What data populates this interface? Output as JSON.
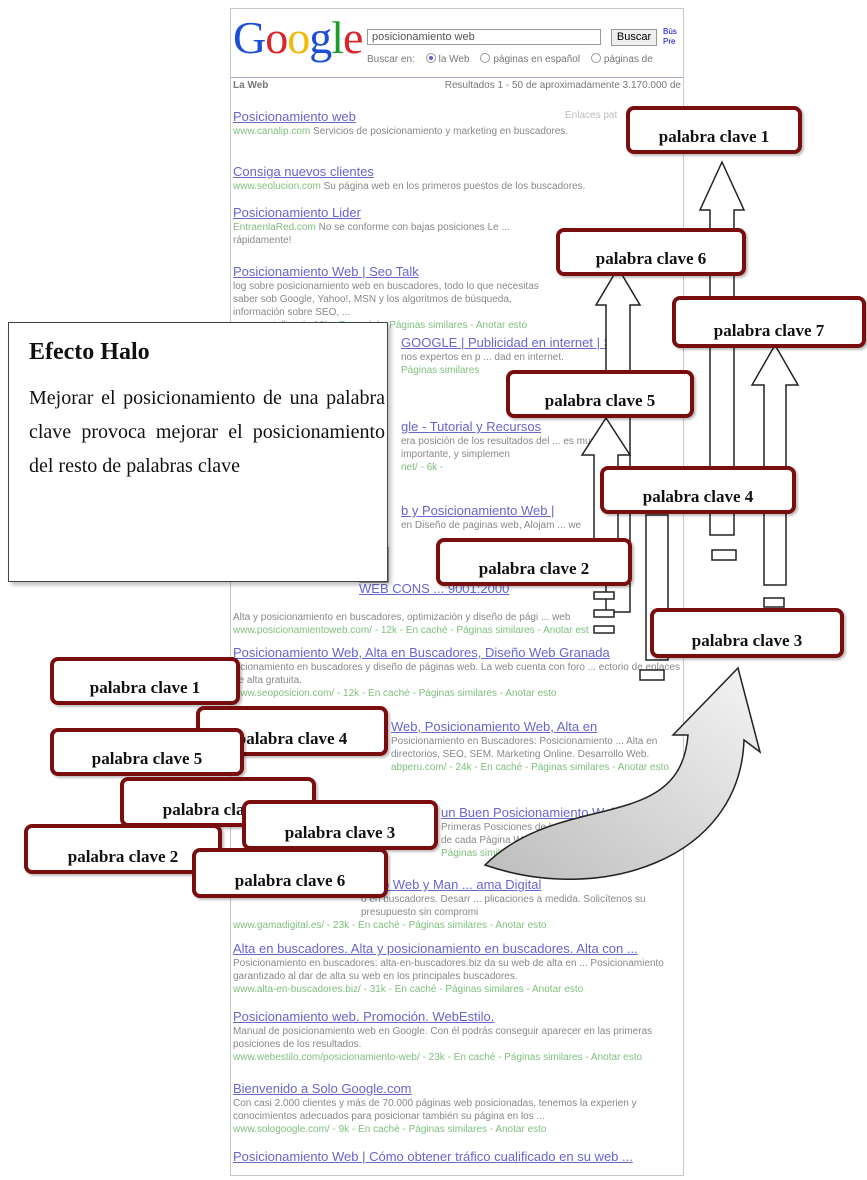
{
  "google": {
    "logo": [
      "G",
      "o",
      "o",
      "g",
      "l",
      "e"
    ],
    "logo_colors": [
      "#1c4fd6",
      "#d8262b",
      "#f0b90b",
      "#1c4fd6",
      "#1c9a2e",
      "#d8262b"
    ],
    "query": "posicionamiento web",
    "button": "Buscar",
    "adv_links": [
      "Bús",
      "Pre"
    ],
    "search_in_label": "Buscar en:",
    "opt_web": "la Web",
    "opt_es": "páginas en español",
    "opt_de": "páginas de",
    "tab": "La Web",
    "results_summary": "Resultados 1 - 50 de aproximadamente 3.170.000 de",
    "sponsored": "Enlaces pat"
  },
  "results": [
    {
      "title": "Posicionamiento web",
      "url": "www.canalip.com",
      "snippet": "Servicios de posicionamiento y marketing en buscadores."
    },
    {
      "title": "Consiga nuevos clientes",
      "url": "www.seolucion.com",
      "snippet": "Su página web en los primeros puestos de los buscadores."
    },
    {
      "title": "Posicionamiento Lider",
      "url": "EntraenlaRed.com",
      "snippet": "No se conforme con bajas posiciones Le ... rápidamente!"
    },
    {
      "title": "Posicionamiento Web | Seo Talk",
      "snippet": "log sobre posicionamiento web en buscadores, todo lo que necesitas saber sob Google, Yahoo!, MSN y los algoritmos de búsqueda, información sobre SEO, ...",
      "url": "www.seotalk.es/ - 19k - En caché - Páginas similares - Anotar esto"
    },
    {
      "title": "GOOGLE | Publicidad en internet | S",
      "snippet": "nos expertos en p ... dad en internet.",
      "url": "Páginas similares"
    },
    {
      "title": "gle - Tutorial y Recursos",
      "snippet": "era posición de los resultados del ... es muy importante, y simplemen",
      "url": "net/ - 6k -"
    },
    {
      "title": "b y Posicionamiento Web |",
      "snippet": "en Diseño de paginas web, Alojam ... we",
      "url": ""
    },
    {
      "title": "WEB CONS ... 9001:2000",
      "snippet": "Alta y posicionamiento en buscadores, optimización y diseño de pági ... web",
      "url": "www.posicionamientoweb.com/ - 12k - En caché - Páginas similares - Anotar est"
    },
    {
      "title": "Posicionamiento Web, Alta en Buscadores, Diseño Web Granada",
      "snippet": "sicionamiento en buscadores y diseño de páginas web. La web cuenta con foro ... ectorio de enlaces de alta gratuita.",
      "url": "www.seoposicion.com/ - 12k - En caché - Páginas similares - Anotar esto"
    },
    {
      "title": "Web, Posicionamiento Web, Alta en",
      "snippet": "Posicionamiento en Buscadores: Posicionamiento ... Alta en directorios, SEO, SEM. Marketing Online. Desarrollo Web.",
      "url": "abperu.com/ - 24k - En caché - Páginas similares - Anotar esto"
    },
    {
      "title": "un Buen Posicionamiento Web",
      "snippet": "Primeras Posiciones de los Buscadores con un ... r de cada Página Web.",
      "url": "Páginas similares - Anotar esto"
    },
    {
      "title": "iento Web y Man ... ama Digital",
      "snippet": "o en buscadores. Desarr ... plicaciones a medida. Solicítenos su presupuesto sin compromi",
      "url": "www.gamadigital.es/ - 23k - En caché - Páginas similares - Anotar esto"
    },
    {
      "title": "Alta en buscadores. Alta y posicionamiento en buscadores. Alta con ...",
      "snippet": "Posicionamiento en buscadores: alta-en-buscadores.biz da su web de alta en ... Posicionamiento garantizado al dar de alta su web en los principales buscadores.",
      "url": "www.alta-en-buscadores.biz/ - 31k - En caché - Páginas similares - Anotar esto"
    },
    {
      "title": "Posicionamiento web. Promoción. WebEstilo.",
      "snippet": "Manual de posicionamiento web en Google. Con él podrás conseguir aparecer en las primeras posiciones de los resultados.",
      "url": "www.webestilo.com/posicionamiento-web/ - 23k - En caché - Páginas similares - Anotar esto"
    },
    {
      "title": "Bienvenido a Solo Google.com",
      "snippet": "Con casi 2.000 clientes y más de 70.000 páginas web posicionadas, tenemos la experien y conocimientos adecuados para posicionar también su página en los ...",
      "url": "www.sologoogle.com/ - 9k - En caché - Páginas similares - Anotar esto"
    },
    {
      "title": "Posicionamiento Web | Cómo obtener tráfico cualificado en su web ..."
    }
  ],
  "callout": {
    "title": "Efecto Halo",
    "text": "Mejorar el posicionamiento de una palabra clave provoca mejorar el posicionamiento del resto de palabras clave"
  },
  "keywords_top": [
    "palabra clave 1",
    "palabra clave 6",
    "palabra clave 7",
    "palabra clave 5",
    "palabra clave 4",
    "palabra clave 2",
    "palabra clave 3"
  ],
  "keywords_bottom": [
    "palabra clave 1",
    "palabra clave 4",
    "palabra clave 5",
    "palabra clave 7",
    "palabra clave 3",
    "palabra clave 2",
    "palabra clave 6"
  ],
  "colors": {
    "box_border": "#7a0d0d",
    "link": "#6666cc",
    "url_green": "#7fbf7f"
  }
}
